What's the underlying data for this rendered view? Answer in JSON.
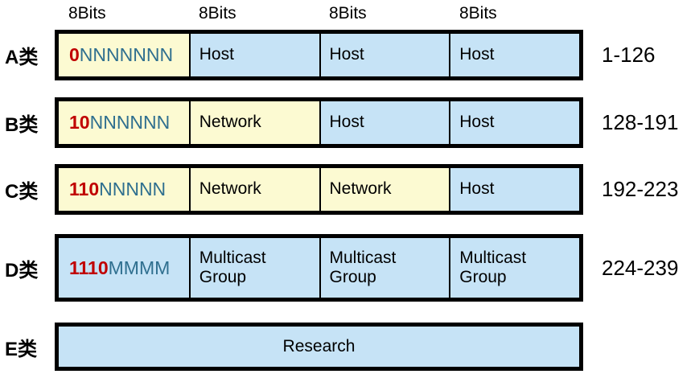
{
  "colors": {
    "cell_yellow": "#FCFAD2",
    "cell_blue": "#C6E3F6",
    "bit_prefix_red": "#C00000",
    "bit_letters_teal": "#2F6F8F",
    "border_black": "#000000",
    "background": "#FFFFFF"
  },
  "header": {
    "bits_labels": [
      "8Bits",
      "8Bits",
      "8Bits",
      "8Bits"
    ]
  },
  "rows": [
    {
      "label": "A类",
      "range": "1-126",
      "cell1": {
        "prefix": "0",
        "letters": "NNNNNNN"
      },
      "cell2": "Host",
      "cell3": "Host",
      "cell4": "Host"
    },
    {
      "label": "B类",
      "range": "128-191",
      "cell1": {
        "prefix": "10",
        "letters": "NNNNNN"
      },
      "cell2": "Network",
      "cell3": "Host",
      "cell4": "Host"
    },
    {
      "label": "C类",
      "range": "192-223",
      "cell1": {
        "prefix": "110",
        "letters": "NNNNN"
      },
      "cell2": "Network",
      "cell3": "Network",
      "cell4": "Host"
    },
    {
      "label": "D类",
      "range": "224-239",
      "cell1": {
        "prefix": "1110",
        "letters": "MMMM"
      },
      "cell2": "Multicast Group",
      "cell3": "Multicast Group",
      "cell4": "Multicast Group"
    },
    {
      "label": "E类",
      "range": "",
      "cell_full": "Research"
    }
  ]
}
